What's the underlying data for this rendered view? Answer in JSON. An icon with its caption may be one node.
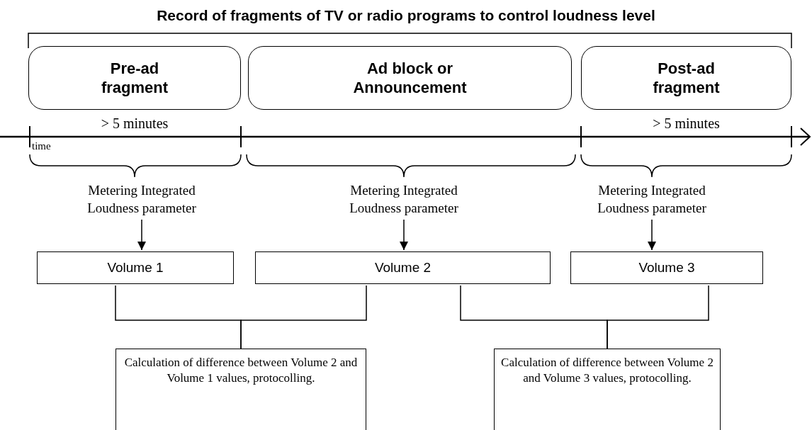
{
  "diagram": {
    "title": "Record of fragments of TV or radio programs to control loudness level",
    "nodes": [
      {
        "text": [
          "Pre-ad fragment"
        ],
        "beside": [
          "> 5 minutes"
        ]
      },
      {
        "text": [
          "Ad block or Announcement"
        ]
      },
      {
        "text": [
          "Post-ad fragment"
        ],
        "beside": [
          "> 5 minutes"
        ]
      },
      {
        "text": [
          "Metering Integrated Loudness parameter"
        ]
      },
      {
        "text": [
          "Metering Integrated Loudness parameter"
        ]
      },
      {
        "text": [
          "Metering Integrated Loudness parameter"
        ]
      },
      {
        "text": [
          "Volume 1"
        ]
      },
      {
        "text": [
          "Volume 2"
        ]
      },
      {
        "text": [
          "Volume 3"
        ]
      },
      {
        "text": [
          "Calculation of difference between Volume 2 and Volume 1 values, protocolling."
        ]
      },
      {
        "text": [
          "Calculation of difference between Volume 2 and Volume 3 values, protocolling."
        ]
      }
    ],
    "edges": [
      {
        "from": 3,
        "to": 6,
        "arrow": "to"
      },
      {
        "from": 4,
        "to": 7,
        "arrow": "to"
      },
      {
        "from": 5,
        "to": 8,
        "arrow": "to"
      },
      {
        "from": 6,
        "to": 9,
        "arrow": "none"
      },
      {
        "from": 7,
        "to": 9,
        "arrow": "none"
      },
      {
        "from": 7,
        "to": 10,
        "arrow": "none"
      },
      {
        "from": 8,
        "to": 10,
        "arrow": "none"
      }
    ],
    "labels": [
      "time"
    ]
  }
}
